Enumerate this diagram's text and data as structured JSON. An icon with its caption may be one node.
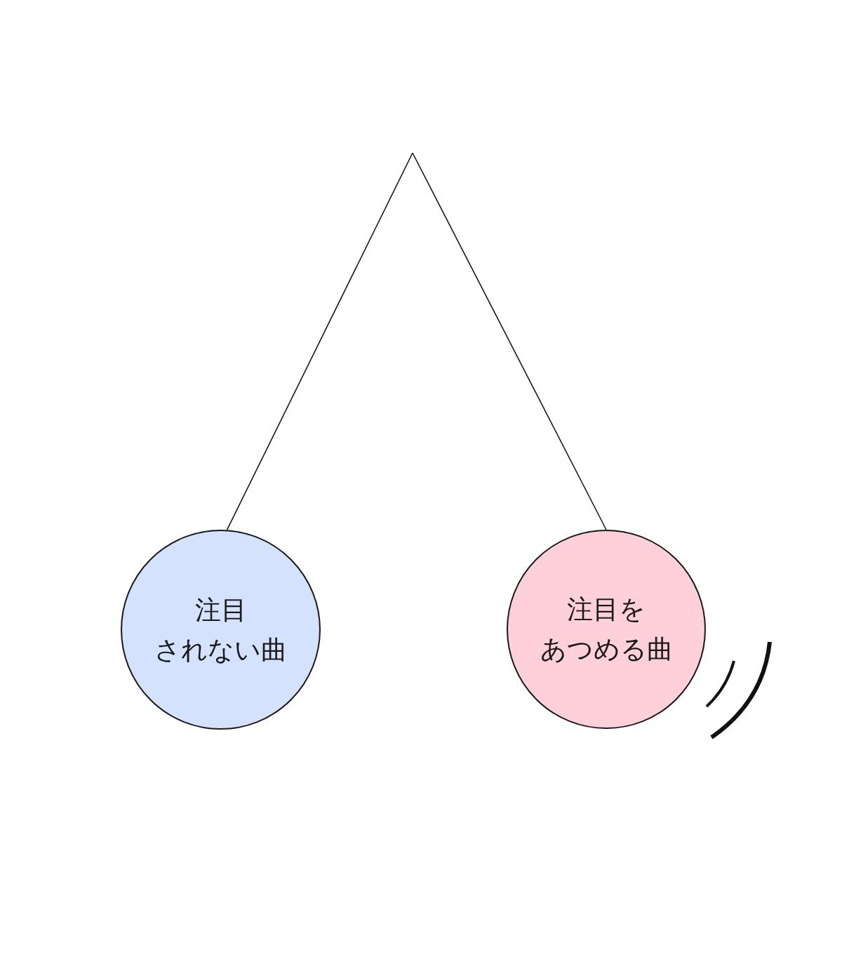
{
  "diagram": {
    "nodes": [
      {
        "text": [
          "注目",
          "されない曲"
        ]
      },
      {
        "text": [
          "注目を",
          "あつめる曲"
        ]
      }
    ],
    "edges": [
      {
        "from": null,
        "to": 0,
        "arrow": "none"
      },
      {
        "from": null,
        "to": 1,
        "arrow": "none"
      }
    ]
  }
}
